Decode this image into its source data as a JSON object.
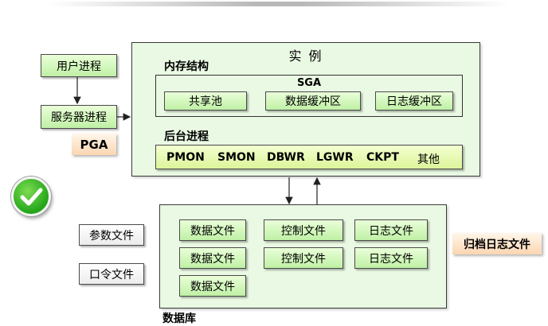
{
  "instance": {
    "title": "实 例",
    "memory_label": "内存结构",
    "sga": {
      "title": "SGA",
      "items": [
        "共享池",
        "数据缓冲区",
        "日志缓冲区"
      ]
    },
    "background_label": "后台进程",
    "background_items": [
      "PMON",
      "SMON",
      "DBWR",
      "LGWR",
      "CKPT",
      "其他"
    ]
  },
  "left": {
    "user_process": "用户进程",
    "server_process": "服务器进程",
    "pga": "PGA"
  },
  "files": {
    "param_file": "参数文件",
    "password_file": "口令文件"
  },
  "database": {
    "label": "数据库",
    "data_files": [
      "数据文件",
      "数据文件",
      "数据文件"
    ],
    "control_files": [
      "控制文件",
      "控制文件"
    ],
    "log_files": [
      "日志文件",
      "日志文件"
    ]
  },
  "archive_log": "归档日志文件",
  "colors": {
    "panel_bg": "#eaf9e3",
    "green_box": "#bff0a5",
    "orange_box": "#fbd6b2",
    "check": "#23a51a"
  }
}
